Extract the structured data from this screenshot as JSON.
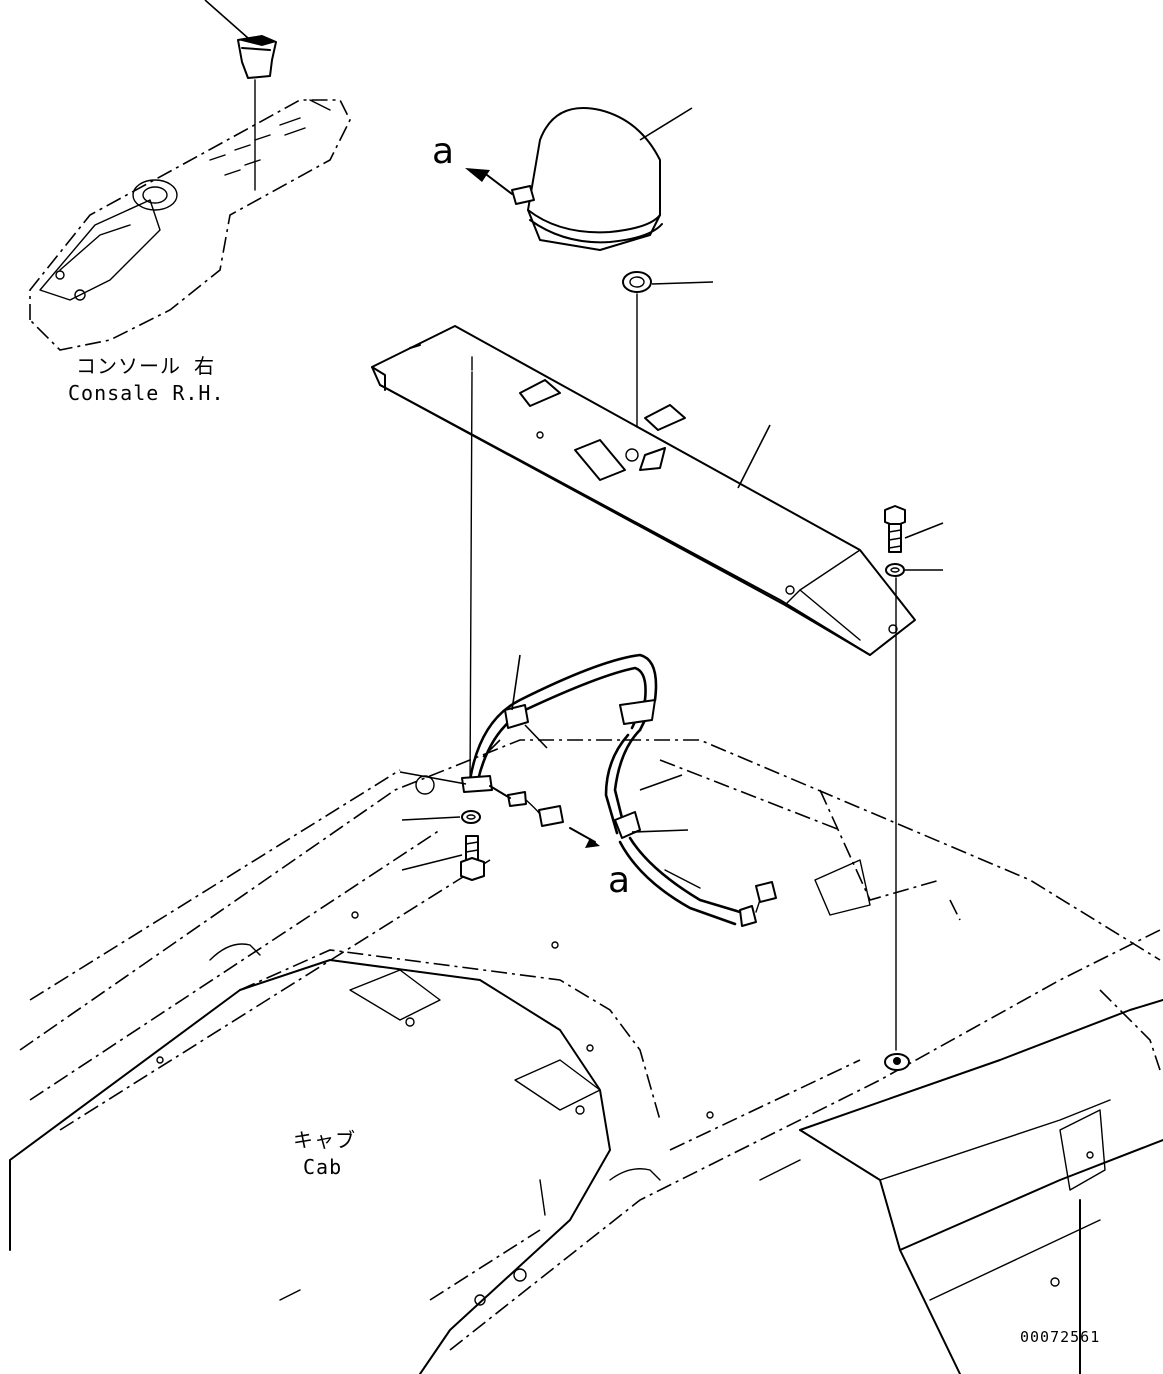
{
  "labels": {
    "console_jp": "コンソール 右",
    "console_en": "Consale R.H.",
    "cab_jp": "キャブ",
    "cab_en": "Cab",
    "arrow_top": "a",
    "arrow_bottom": "a",
    "drawing_number": "00072561"
  }
}
